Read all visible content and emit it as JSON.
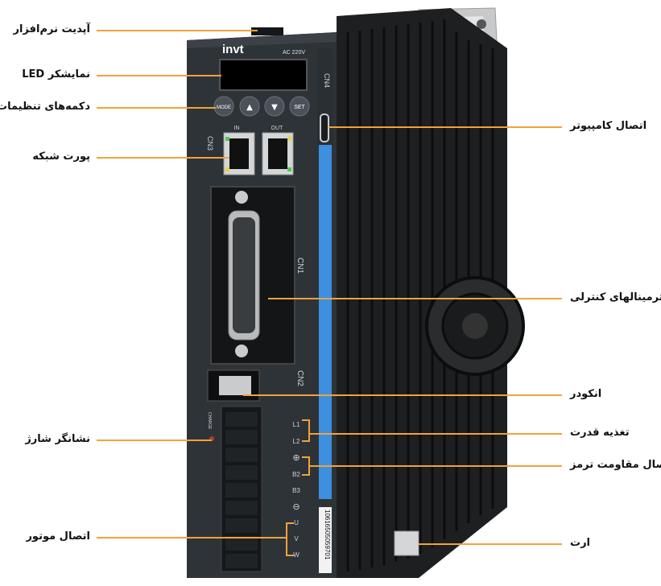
{
  "device": {
    "brand": "invt",
    "voltage": "AC 220V",
    "buttons": [
      "MODE",
      "▲",
      "▼",
      "SET"
    ],
    "port_labels": {
      "in": "IN",
      "out": "OUT"
    },
    "connector_labels": {
      "cn1": "CN1",
      "cn2": "CN2",
      "cn3": "CN3",
      "cn4": "CN4"
    },
    "charge_text": "CHARGE",
    "terminal_marks": [
      "L1",
      "L2",
      "⊕",
      "B2",
      "B3",
      "⊖",
      "U",
      "V",
      "W"
    ],
    "serial": "10616505059701"
  },
  "labels_left": [
    {
      "text": "آپدیت نرم‌افزار"
    },
    {
      "text": "نمایشکر LED"
    },
    {
      "text": "دکمه‌های تنظیمات"
    },
    {
      "text": "پورت شبکه"
    },
    {
      "text": "نشانگر شارژ"
    },
    {
      "text": "اتصال موتور"
    }
  ],
  "labels_right": [
    {
      "text": "اتصال کامپیوتر"
    },
    {
      "text": "ترمینالهای کنترلی"
    },
    {
      "text": "انکودر"
    },
    {
      "text": "تغذیه قدرت"
    },
    {
      "text": "اتصال مقاومت ترمز"
    },
    {
      "text": "ارت"
    }
  ],
  "colors": {
    "leader": "#f2a23a",
    "body": "#2e3338",
    "heatsink": "#1d1f21",
    "accent_stripe": "#3d8fe0",
    "led": "#000000"
  }
}
